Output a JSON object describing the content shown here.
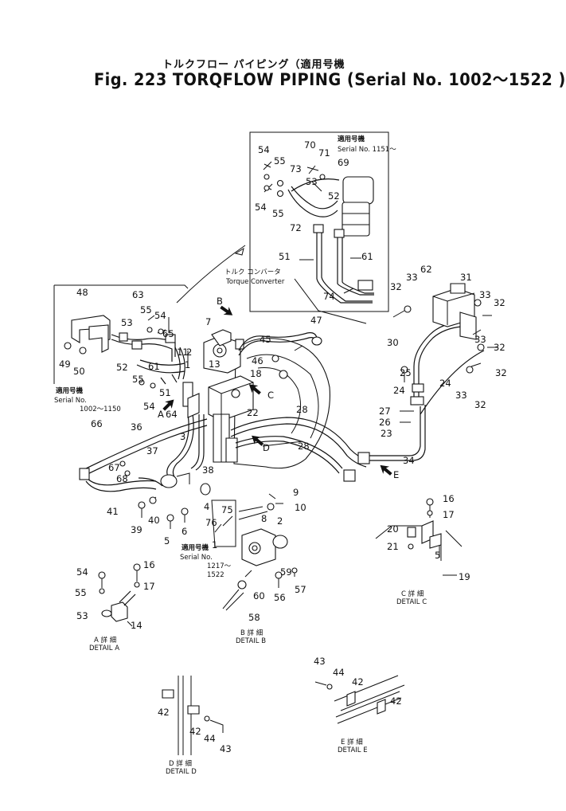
{
  "title_jp": "トルクフロー パイピング（適用号機",
  "title": "Fig. 223  TORQFLOW  PIPING (Serial No. 1002～1522 )",
  "insets": {
    "top": {
      "jp": "適用号機",
      "serial": "Serial No. 1151～"
    },
    "left": {
      "jp": "適用号機",
      "serial_label": "Serial No.",
      "serial": "1002～1150"
    },
    "middle": {
      "jp": "適用号機",
      "serial_label": "Serial No.",
      "serial_a": "1217～",
      "serial_b": "1522"
    }
  },
  "annotations": {
    "torque_converter_jp": "トルク コンバータ",
    "torque_converter": "Torque Converter"
  },
  "arrows": [
    "A",
    "B",
    "C",
    "D",
    "E"
  ],
  "details": [
    {
      "jp": "A 詳 細",
      "label": "DETAIL A"
    },
    {
      "jp": "B 詳 細",
      "label": "DETAIL B"
    },
    {
      "jp": "C 詳 細",
      "label": "DETAIL C"
    },
    {
      "jp": "D 詳 細",
      "label": "DETAIL D"
    },
    {
      "jp": "E 詳 細",
      "label": "DETAIL E"
    }
  ],
  "part_labels": [
    {
      "t": "54"
    },
    {
      "t": "70"
    },
    {
      "t": "71"
    },
    {
      "t": "55"
    },
    {
      "t": "73"
    },
    {
      "t": "69"
    },
    {
      "t": "53"
    },
    {
      "t": "52"
    },
    {
      "t": "54"
    },
    {
      "t": "55"
    },
    {
      "t": "72"
    },
    {
      "t": "51"
    },
    {
      "t": "61"
    },
    {
      "t": "74"
    },
    {
      "t": "62"
    },
    {
      "t": "33"
    },
    {
      "t": "31"
    },
    {
      "t": "32"
    },
    {
      "t": "33"
    },
    {
      "t": "32"
    },
    {
      "t": "32"
    },
    {
      "t": "30"
    },
    {
      "t": "33"
    },
    {
      "t": "32"
    },
    {
      "t": "25"
    },
    {
      "t": "24"
    },
    {
      "t": "24"
    },
    {
      "t": "33"
    },
    {
      "t": "32"
    },
    {
      "t": "27"
    },
    {
      "t": "26"
    },
    {
      "t": "23"
    },
    {
      "t": "34"
    },
    {
      "t": "47"
    },
    {
      "t": "45"
    },
    {
      "t": "7"
    },
    {
      "t": "2"
    },
    {
      "t": "1"
    },
    {
      "t": "13"
    },
    {
      "t": "46"
    },
    {
      "t": "18"
    },
    {
      "t": "22"
    },
    {
      "t": "28"
    },
    {
      "t": "28"
    },
    {
      "t": "48"
    },
    {
      "t": "63"
    },
    {
      "t": "53"
    },
    {
      "t": "55"
    },
    {
      "t": "54"
    },
    {
      "t": "65"
    },
    {
      "t": "49"
    },
    {
      "t": "50"
    },
    {
      "t": "52"
    },
    {
      "t": "11"
    },
    {
      "t": "61"
    },
    {
      "t": "51"
    },
    {
      "t": "55"
    },
    {
      "t": "54"
    },
    {
      "t": "64"
    },
    {
      "t": "66"
    },
    {
      "t": "36"
    },
    {
      "t": "3"
    },
    {
      "t": "37"
    },
    {
      "t": "67"
    },
    {
      "t": "68"
    },
    {
      "t": "38"
    },
    {
      "t": "41"
    },
    {
      "t": "4"
    },
    {
      "t": "39"
    },
    {
      "t": "40"
    },
    {
      "t": "5"
    },
    {
      "t": "6"
    },
    {
      "t": "9"
    },
    {
      "t": "10"
    },
    {
      "t": "8"
    },
    {
      "t": "75"
    },
    {
      "t": "76"
    },
    {
      "t": "2"
    },
    {
      "t": "1"
    },
    {
      "t": "59"
    },
    {
      "t": "57"
    },
    {
      "t": "60"
    },
    {
      "t": "56"
    },
    {
      "t": "58"
    },
    {
      "t": "16"
    },
    {
      "t": "17"
    },
    {
      "t": "20"
    },
    {
      "t": "21"
    },
    {
      "t": "5"
    },
    {
      "t": "19"
    },
    {
      "t": "54"
    },
    {
      "t": "16"
    },
    {
      "t": "55"
    },
    {
      "t": "17"
    },
    {
      "t": "53"
    },
    {
      "t": "14"
    },
    {
      "t": "43"
    },
    {
      "t": "44"
    },
    {
      "t": "42"
    },
    {
      "t": "42"
    },
    {
      "t": "42"
    },
    {
      "t": "42"
    },
    {
      "t": "44"
    },
    {
      "t": "43"
    }
  ]
}
